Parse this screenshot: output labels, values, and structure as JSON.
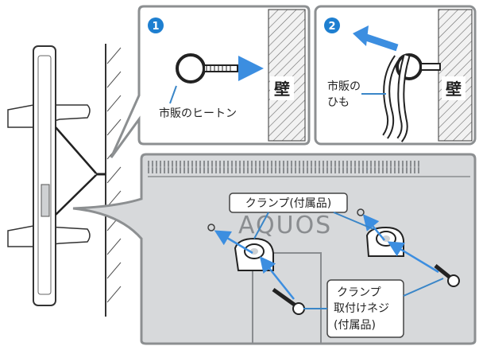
{
  "panel1": {
    "step": "1",
    "hook_label": "市販のヒートン",
    "wall_label": "壁"
  },
  "panel2": {
    "step": "2",
    "cord_label_line1": "市販の",
    "cord_label_line2": "ひも",
    "wall_label": "壁"
  },
  "panel3": {
    "brand_logo": "AQUOS",
    "clamp_label": "クランプ(付属品)",
    "screw_label_line1": "クランプ",
    "screw_label_line2": "取付けネジ",
    "screw_label_line3": "(付属品)"
  },
  "colors": {
    "panel_bg": "#d7d9db",
    "panel_border": "#8c8f91",
    "step_badge": "#1e7fd0",
    "arrow": "#3c8ee0",
    "leader_line": "#3a86c8",
    "wall_hatch": "#6b6b6b"
  }
}
